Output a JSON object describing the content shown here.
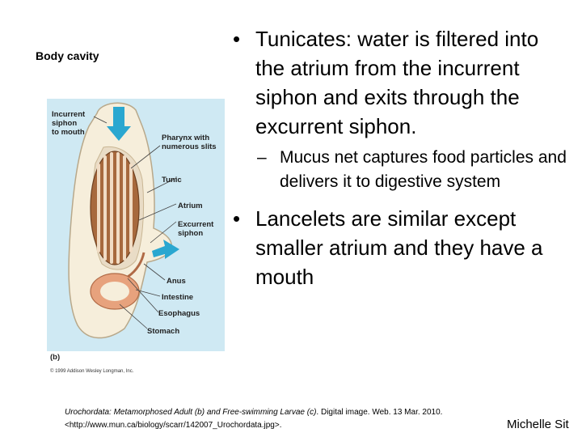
{
  "slide": {
    "title": "Body cavity",
    "author": "Michelle Sit"
  },
  "bullets": [
    {
      "text": "Tunicates: water is filtered into the atrium from the incurrent siphon and exits through the excurrent siphon.",
      "sub": "Mucus net captures food particles and delivers it to digestive system"
    },
    {
      "text": "Lancelets are similar except smaller atrium and they have a mouth"
    }
  ],
  "figure": {
    "labels": {
      "incurrent_1": "Incurrent",
      "incurrent_2": "siphon",
      "incurrent_3": "to mouth",
      "pharynx_1": "Pharynx with",
      "pharynx_2": "numerous slits",
      "tunic": "Tunic",
      "atrium": "Atrium",
      "excurrent_1": "Excurrent",
      "excurrent_2": "siphon",
      "anus": "Anus",
      "intestine": "Intestine",
      "esophagus": "Esophagus",
      "stomach": "Stomach",
      "panel": "(b)",
      "copyright": "© 1999 Addison Wesley Longman, Inc."
    },
    "colors": {
      "background": "#cfe9f3",
      "tunic": "#f6eedb",
      "pharynx": "#a7693d",
      "slits": "#f1dcc4",
      "gut": "#e7a27d",
      "arrow": "#2aa7d0"
    }
  },
  "citation": {
    "title": "Urochordata: Metamorphosed Adult (b) and Free-swimming Larvae (c)",
    "rest": ". Digital image. Web. 13 Mar. 2010. <http://www.mun.ca/biology/scarr/142007_Urochordata.jpg>."
  }
}
